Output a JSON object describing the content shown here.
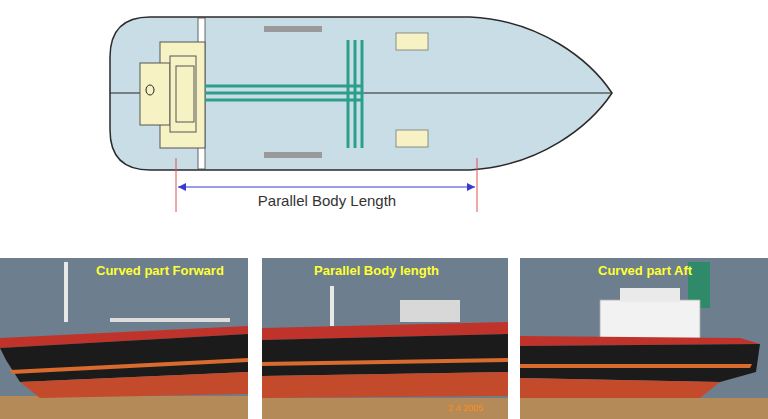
{
  "diagram": {
    "labels": [
      "Parallel Body Length",
      "Curved part Forward",
      "Parallel Body length",
      "Curved part Aft",
      "2 4 2005"
    ]
  }
}
